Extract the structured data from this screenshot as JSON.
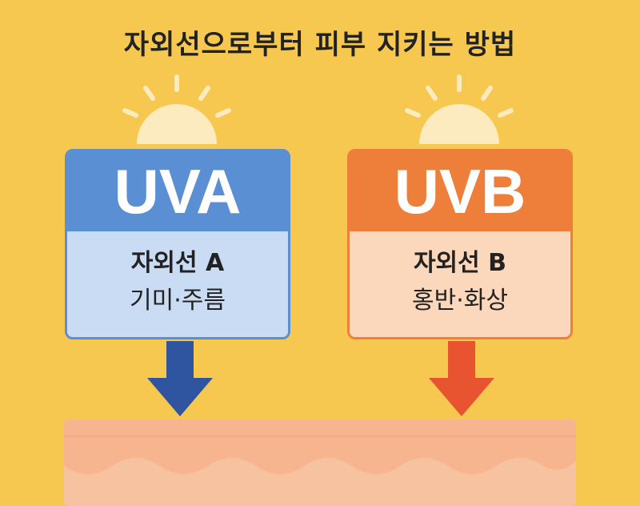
{
  "title": "자외선으로부터 피부 지키는 방법",
  "colors": {
    "background": "#f7c84f",
    "uva_accent": "#5b8fd3",
    "uva_light": "#c9dcf3",
    "uva_arrow": "#2f54a0",
    "uvb_accent": "#ee7f3a",
    "uvb_light": "#fbd8bc",
    "uvb_arrow": "#e8542f",
    "sun": "#fdebc0",
    "skin_top": "#f6b48f",
    "skin_bottom": "#f7c29f"
  },
  "uva": {
    "label": "UVA",
    "subtitle": "자외선 A",
    "effect": "기미·주름"
  },
  "uvb": {
    "label": "UVB",
    "subtitle": "자외선 B",
    "effect": "홍반·화상"
  },
  "icons": [
    "sun-icon",
    "sun-icon",
    "down-arrow-icon",
    "down-arrow-icon"
  ]
}
